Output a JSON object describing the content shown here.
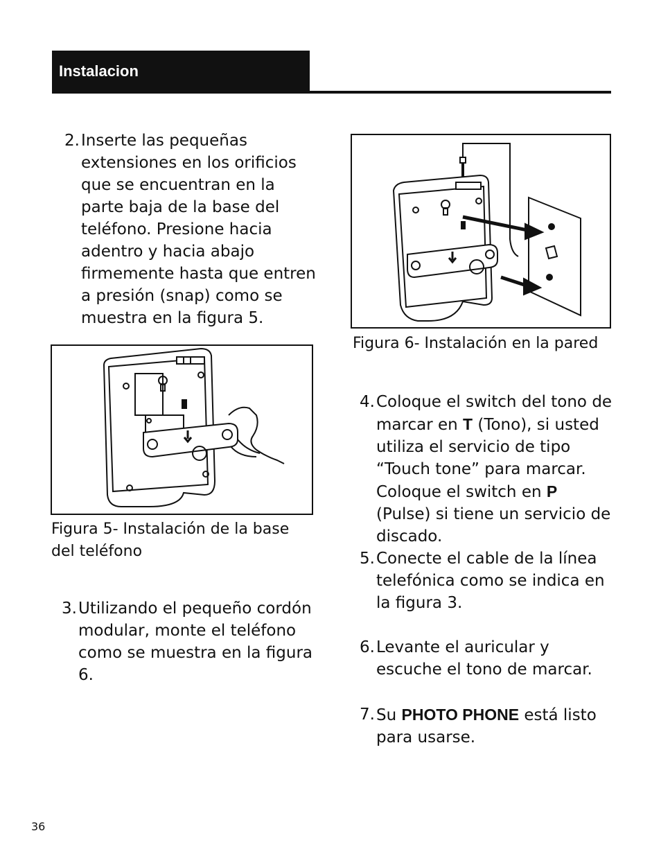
{
  "header": {
    "title": "Instalacion"
  },
  "steps": [
    {
      "number": "2.",
      "text": "Inserte las pequeñas extensiones en los orificios que se encuentran en la parte baja de la base del teléfono. Presione hacia adentro y hacia abajo firmemente hasta que entren a presión (snap) como se muestra en la figura 5."
    },
    {
      "number": "3.",
      "text": "Utilizando el pequeño cordón modular, monte el teléfono como se muestra en la figura 6."
    },
    {
      "number": "4.",
      "text_1": "Coloque el switch del tono de marcar en",
      "bold_1": "T",
      "text_2": "(Tono), si usted utiliza el servicio de tipo “Touch tone” para marcar. Coloque el switch en",
      "bold_2": "P",
      "text_3": "(Pulse) si tiene un servicio de discado."
    },
    {
      "number": "5.",
      "text": "Conecte el cable de la línea telefónica como se indica en la figura 3."
    },
    {
      "number": "6.",
      "text": "Levante el auricular y escuche el tono de marcar."
    },
    {
      "number": "7.",
      "text_1": "Su",
      "bold_1": "PHOTO PHONE",
      "text_2": "está listo para usarse."
    }
  ],
  "figures": {
    "fig5_caption": "Figura 5- Instalación de la base del teléfono",
    "fig6_caption": "Figura 6- Instalación en la pared"
  },
  "page_number": "36"
}
